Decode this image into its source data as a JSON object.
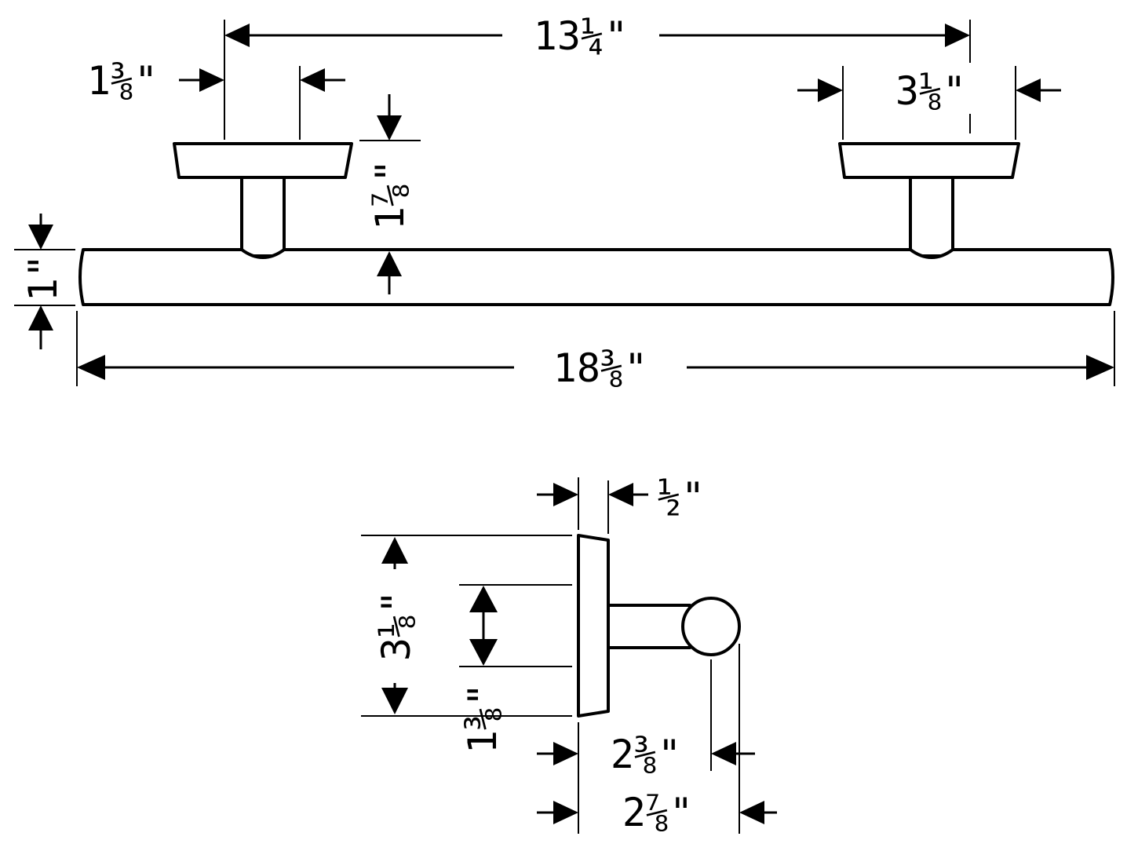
{
  "diagram": {
    "line_color": "#000000",
    "background_color": "#ffffff",
    "front_view": {
      "center_distance": "13¼\"",
      "mount_base_width": "1⅜\"",
      "flange_diameter": "3⅛\"",
      "projection_height": "1⅞\"",
      "bar_thickness": "1\"",
      "overall_length": "18⅜\""
    },
    "side_view": {
      "flange_thickness": "½\"",
      "flange_height": "3⅛\"",
      "post_height": "1⅜\"",
      "wall_to_bar_inner": "2⅜\"",
      "wall_to_bar_outer": "2⅞\""
    }
  }
}
